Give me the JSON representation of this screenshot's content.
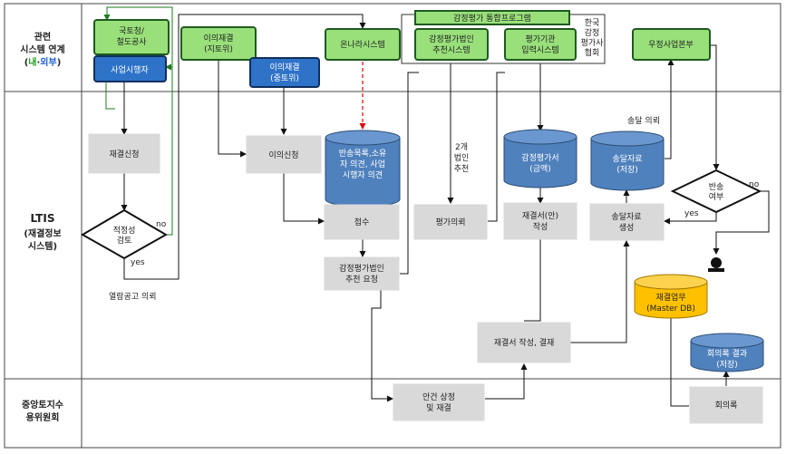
{
  "lanes": {
    "external": {
      "line1": "관련",
      "line2": "시스템 연계",
      "paren_open": "(",
      "inner": "내",
      "dot": "·",
      "outer": "외부",
      "paren_close": ")"
    },
    "ltis": {
      "line1": "LTIS",
      "line2": "(재결정보",
      "line3": "시스템)"
    },
    "committee": {
      "line1": "중앙토지수",
      "line2": "용위원회"
    }
  },
  "boxes": {
    "molit": [
      "국토청/",
      "철도공사"
    ],
    "operator": [
      "사업시행자"
    ],
    "objection_local": [
      "이의재결",
      "(지토위)"
    ],
    "objection_central": [
      "이의재결",
      "(중토위)"
    ],
    "onnara": [
      "온나라시스템"
    ],
    "appraisal_program": [
      "감정평가 통합프로그램"
    ],
    "appraisal_recommend_sys": [
      "감정평가법인",
      "추천시스템"
    ],
    "appraisal_input_sys": [
      "평가기관",
      "입력시스템"
    ],
    "kapa": [
      "한국",
      "감정",
      "평가사",
      "협회"
    ],
    "postal": [
      "우정사업본부"
    ],
    "adjudication_request": [
      "재결신청"
    ],
    "objection_request": [
      "이의신청"
    ],
    "return_db": [
      "반송목록,소유",
      "자 의견, 사업",
      "시행자 의견"
    ],
    "receipt": [
      "접수"
    ],
    "request_recommend": [
      "감정평가법인",
      "추천 요청"
    ],
    "appraisal_request": [
      "평가의뢰"
    ],
    "appraisal_db": [
      "감정평가서",
      "(금액)"
    ],
    "draft_adjudication": [
      "재결서(안)",
      "작성"
    ],
    "delivery_db": [
      "송달자료",
      "(저장)"
    ],
    "delivery_create": [
      "송달자료",
      "생성"
    ],
    "adjudication_master_db": [
      "재결업무",
      "(Master DB)"
    ],
    "write_approve": [
      "재결서 작성, 결재"
    ],
    "minutes_db": [
      "회의록 결과",
      "(저장)"
    ],
    "agenda": [
      "안건 상정",
      "및 재결"
    ],
    "minutes": [
      "회의록"
    ]
  },
  "decisions": {
    "adequacy": [
      "적정성",
      "검토"
    ],
    "returned": [
      "반송",
      "여부"
    ]
  },
  "labels": {
    "no_1": "no",
    "yes_1": "yes",
    "no_2": "no",
    "yes_2": "yes",
    "public_notice": "열람공고 의뢰",
    "recommend_two": [
      "2개",
      "법인",
      "추천"
    ],
    "delivery_request": "송달 의뢰"
  },
  "colors": {
    "green_fill": "#99e07a",
    "green_border": "#1e5a1e",
    "blue_fill": "#2f73c9",
    "blue_border": "#0f2f5c",
    "grey_fill": "#d9d9d9",
    "db_blue": "#4f81bd",
    "db_yellow": "#ffc000",
    "red_dashed": "#e00000"
  }
}
